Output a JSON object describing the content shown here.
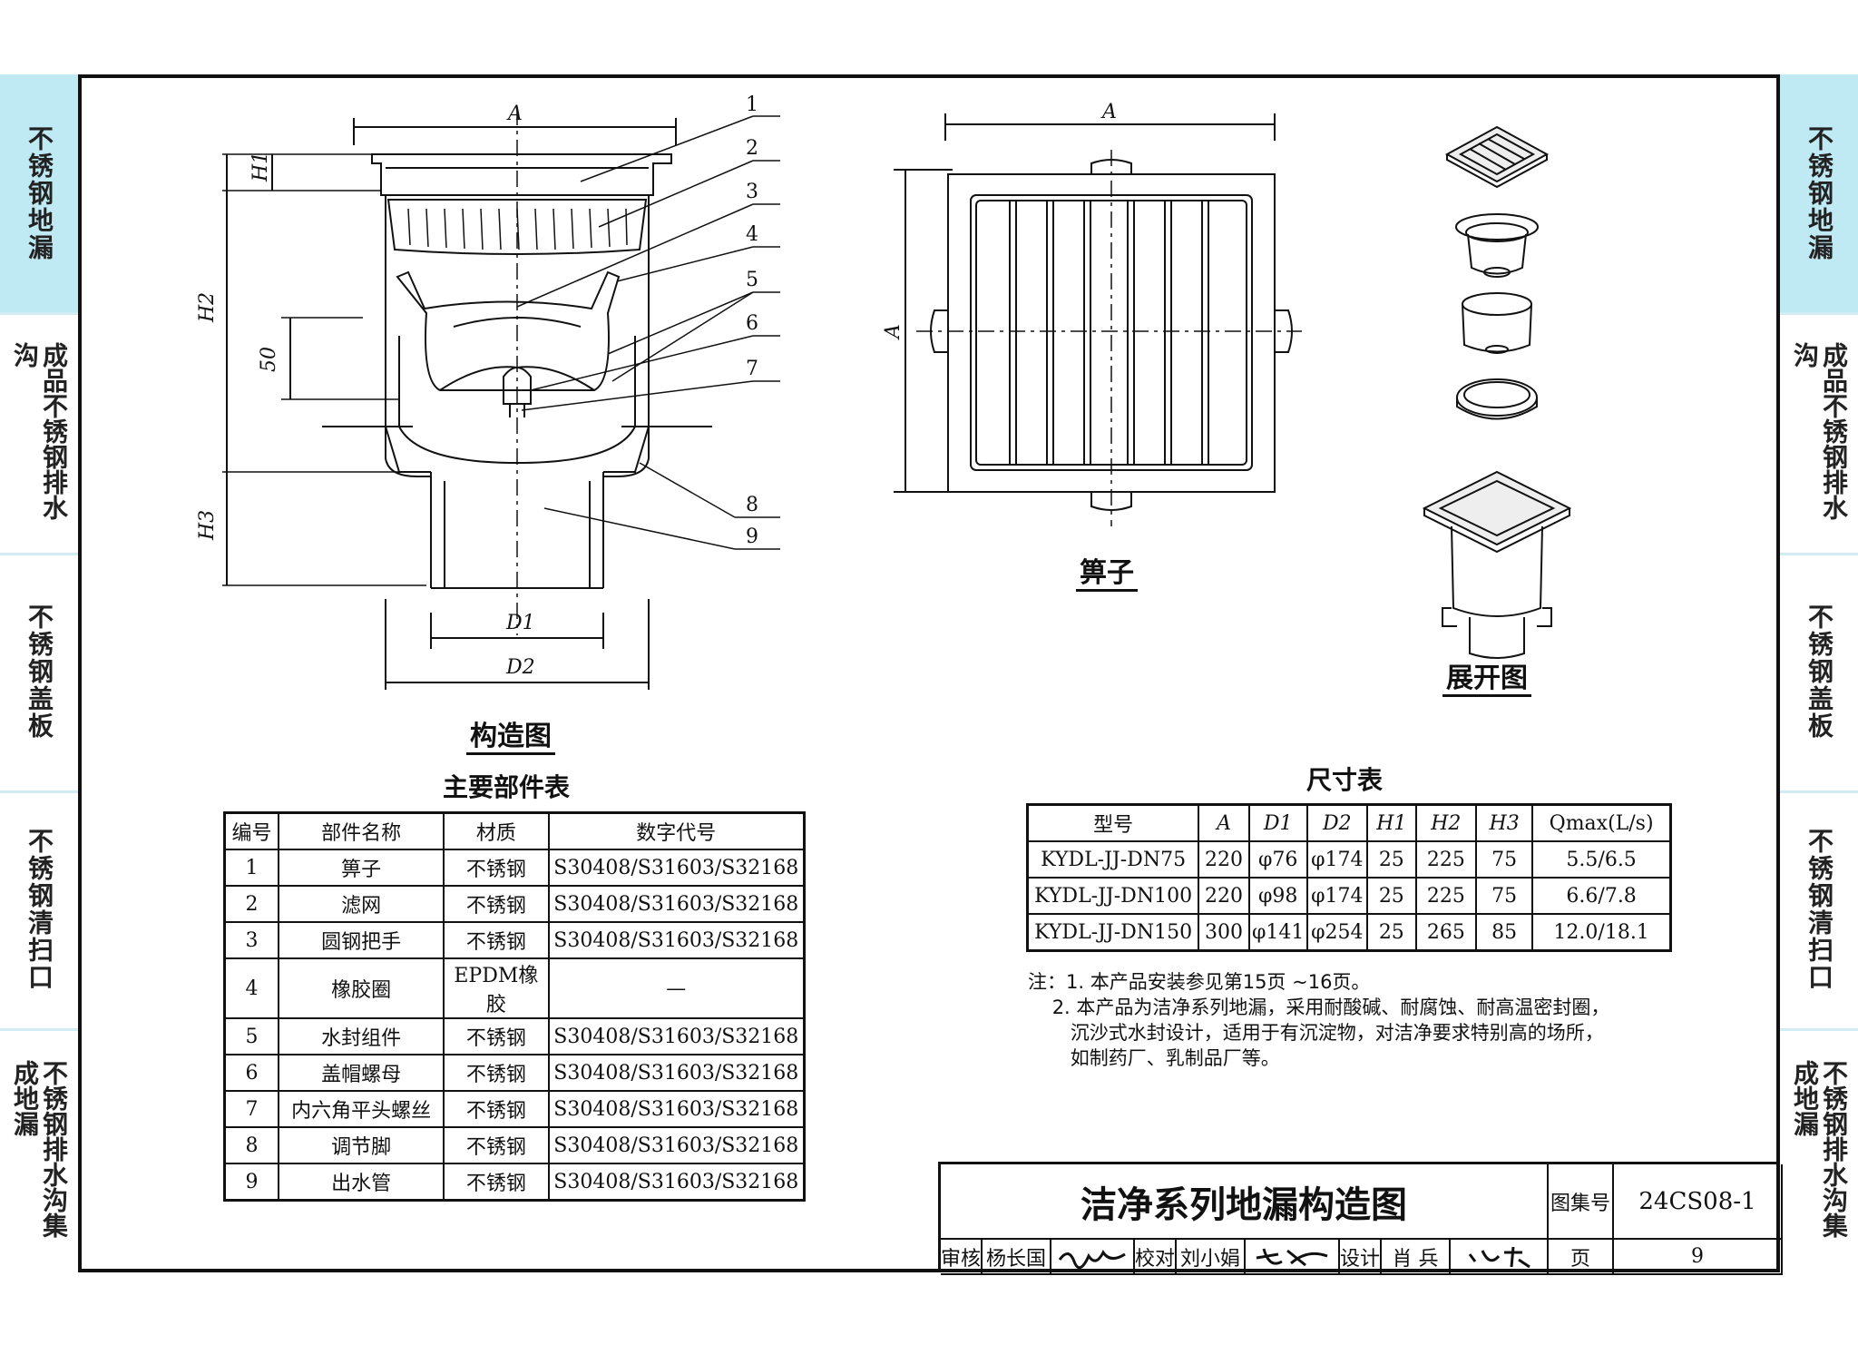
{
  "side_tabs": [
    {
      "label": "不锈钢地漏",
      "active": true
    },
    {
      "label": "成品不锈钢排水沟",
      "active": false
    },
    {
      "label": "不锈钢盖板",
      "active": false
    },
    {
      "label": "不锈钢清扫口",
      "active": false
    },
    {
      "label": "不锈钢排水沟集成地漏",
      "active": false
    }
  ],
  "figure_captions": {
    "section": "构造图",
    "grate": "箅子",
    "exploded": "展开图"
  },
  "section_labels": {
    "A": "A",
    "H1": "H1",
    "H2": "H2",
    "H3": "H3",
    "D1": "D1",
    "D2": "D2",
    "dim50": "50",
    "callouts": [
      "1",
      "2",
      "3",
      "4",
      "5",
      "6",
      "7",
      "8",
      "9"
    ]
  },
  "grate_labels": {
    "A_top": "A",
    "A_side": "A"
  },
  "parts_table": {
    "title": "主要部件表",
    "headers": [
      "编号",
      "部件名称",
      "材质",
      "数字代号"
    ],
    "rows": [
      [
        "1",
        "箅子",
        "不锈钢",
        "S30408/S31603/S32168"
      ],
      [
        "2",
        "滤网",
        "不锈钢",
        "S30408/S31603/S32168"
      ],
      [
        "3",
        "圆钢把手",
        "不锈钢",
        "S30408/S31603/S32168"
      ],
      [
        "4",
        "橡胶圈",
        "EPDM橡胶",
        "—"
      ],
      [
        "5",
        "水封组件",
        "不锈钢",
        "S30408/S31603/S32168"
      ],
      [
        "6",
        "盖帽螺母",
        "不锈钢",
        "S30408/S31603/S32168"
      ],
      [
        "7",
        "内六角平头螺丝",
        "不锈钢",
        "S30408/S31603/S32168"
      ],
      [
        "8",
        "调节脚",
        "不锈钢",
        "S30408/S31603/S32168"
      ],
      [
        "9",
        "出水管",
        "不锈钢",
        "S30408/S31603/S32168"
      ]
    ]
  },
  "dims_table": {
    "title": "尺寸表",
    "headers": [
      "型号",
      "A",
      "D1",
      "D2",
      "H1",
      "H2",
      "H3",
      "Qmax(L/s)"
    ],
    "rows": [
      [
        "KYDL-JJ-DN75",
        "220",
        "φ76",
        "φ174",
        "25",
        "225",
        "75",
        "5.5/6.5"
      ],
      [
        "KYDL-JJ-DN100",
        "220",
        "φ98",
        "φ174",
        "25",
        "225",
        "75",
        "6.6/7.8"
      ],
      [
        "KYDL-JJ-DN150",
        "300",
        "φ141",
        "φ254",
        "25",
        "265",
        "85",
        "12.0/18.1"
      ]
    ]
  },
  "notes": [
    "注：1. 本产品安装参见第15页 ~16页。",
    "    2. 本产品为洁净系列地漏，采用耐酸碱、耐腐蚀、耐高温密封圈，",
    "       沉沙式水封设计，适用于有沉淀物，对洁净要求特别高的场所，",
    "       如制药厂、乳制品厂等。"
  ],
  "title_block": {
    "title": "洁净系列地漏构造图",
    "atlas_label": "图集号",
    "atlas_no": "24CS08-1",
    "review_label": "审核",
    "reviewer": "杨长国",
    "check_label": "校对",
    "checker": "刘小娟",
    "design_label": "设计",
    "designer": "肖 兵",
    "page_label": "页",
    "page_no": "9"
  }
}
